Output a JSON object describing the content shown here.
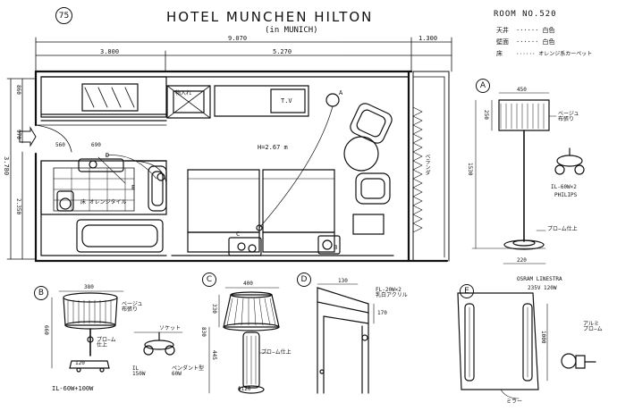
{
  "sheet": {
    "number": "75",
    "title": "HOTEL MUNCHEN HILTON",
    "subtitle": "(in MUNICH)",
    "room": "ROOM  NO.520"
  },
  "finishes": [
    {
      "part": "天井",
      "value": "······ 白色"
    },
    {
      "part": "壁面",
      "value": "······ 白色"
    },
    {
      "part": "床",
      "value": "······ オレンジ系カーペット"
    }
  ],
  "plan": {
    "dim_total": "9.070",
    "dim_right": "1.300",
    "dim_left": "3.800",
    "dim_mid": "5.270",
    "dim_side_total": "3.780",
    "dim_side_upper": "860",
    "dim_side_a": "970",
    "dim_side_b": "2.350",
    "dim_bath_a": "560",
    "dim_bath_b": "690",
    "closet": "物入れ",
    "tv": "T.V",
    "ceiling": "H=2.67 m",
    "bath_floor": "床 オレンジタイル",
    "veranda": "ベランダ"
  },
  "markers": {
    "a": "A",
    "b": "B",
    "c": "C",
    "d": "D",
    "e": "E"
  },
  "detail_a": {
    "dim_top": "450",
    "dim_shade": "250",
    "dim_height": "1530",
    "dim_base": "220",
    "shade_note": "ベージュ\n布張り",
    "base_note": "プロ−ム仕上",
    "bulb": "IL-60W×2",
    "brand": "PHILIPS"
  },
  "detail_b": {
    "dim_top": "380",
    "dim_height": "660",
    "shade_note": "ベージュ\n布張り",
    "stem_note": "プロ−ム\n仕上",
    "base_dim": "120",
    "socket_note": "ソケット",
    "lamp_a": "IL\n150W",
    "lamp_b": "ペンダント型\n60W",
    "bulb": "IL-60W+100W"
  },
  "detail_c": {
    "dim_top": "400",
    "dim_shade": "330",
    "dim_total": "830",
    "dim_stem": "445",
    "stem_note": "プロ−ム仕上",
    "base_note": "Φ120"
  },
  "detail_d": {
    "dim_top": "130",
    "dim_side": "170",
    "lamp_note": "FL-20W×2\n乳白アクリル"
  },
  "detail_e": {
    "brand": "OSRAM LINESTRA",
    "watt": "235V 120W",
    "dim_height": "1000",
    "side_note": "アルミ\nプロ−ム",
    "mirror": "ミラー"
  }
}
